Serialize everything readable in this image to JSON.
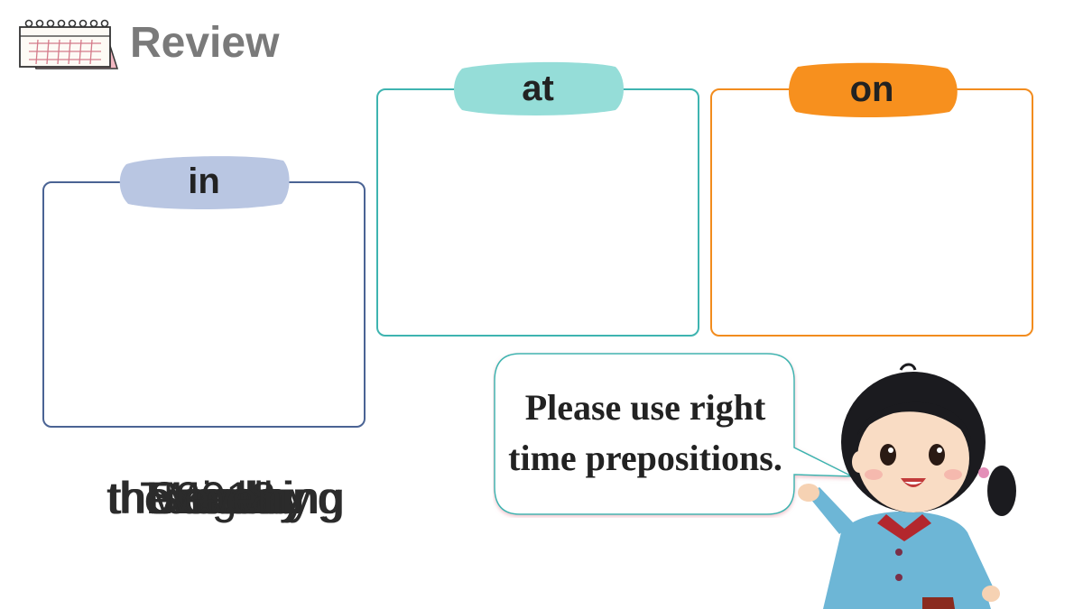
{
  "header": {
    "title": "Review",
    "icon": "calendar-icon"
  },
  "boxes": {
    "in": {
      "label": "in",
      "border_color": "#4a6394",
      "tag_color": "#b9c6e2"
    },
    "at": {
      "label": "at",
      "border_color": "#3eb4b0",
      "tag_color": "#95ddd8"
    },
    "on": {
      "label": "on",
      "border_color": "#f28c1e",
      "tag_color": "#f7901e"
    }
  },
  "words": [
    "the morning",
    "Tuesday",
    "Monday",
    "Sunday",
    "night",
    "noon",
    "2018",
    "March",
    "the evening"
  ],
  "bubble": {
    "text": "Please use right time prepositions."
  }
}
